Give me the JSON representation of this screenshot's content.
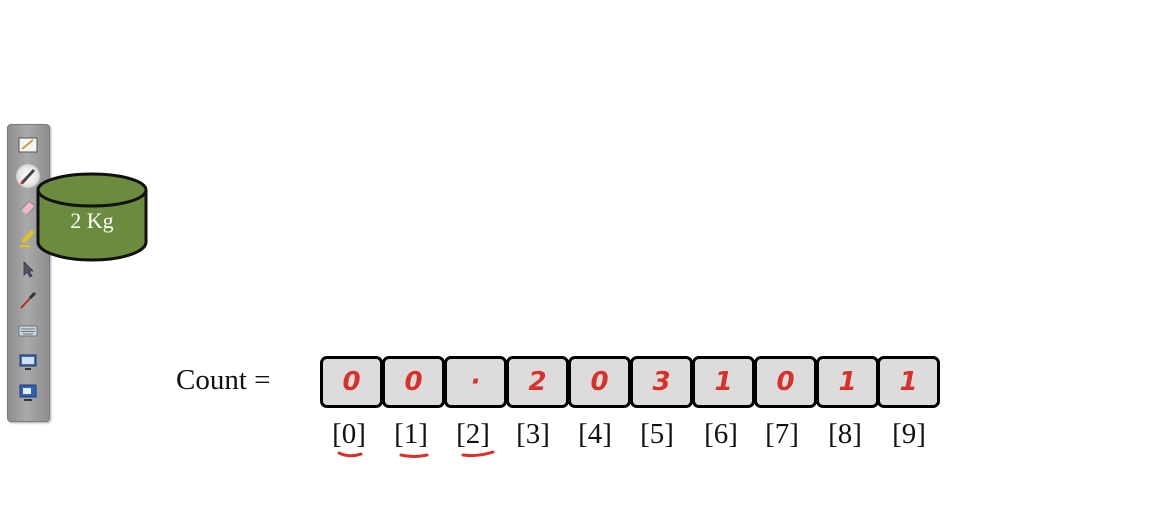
{
  "toolbar": {
    "tools": [
      {
        "name": "whiteboard-icon"
      },
      {
        "name": "pen-icon",
        "active": true
      },
      {
        "name": "eraser-icon"
      },
      {
        "name": "highlighter-icon"
      },
      {
        "name": "pointer-icon"
      },
      {
        "name": "line-pen-icon"
      },
      {
        "name": "keyboard-icon"
      },
      {
        "name": "screen-capture-icon"
      },
      {
        "name": "screen-share-icon"
      }
    ]
  },
  "cylinder": {
    "label": "2 Kg",
    "fill_color": "#6b8b3e"
  },
  "count": {
    "label": "Count =",
    "values": [
      "0",
      "0",
      "·",
      "2",
      "0",
      "3",
      "1",
      "0",
      "1",
      "1"
    ],
    "indices": [
      "[0]",
      "[1]",
      "[2]",
      "[3]",
      "[4]",
      "[5]",
      "[6]",
      "[7]",
      "[8]",
      "[9]"
    ],
    "underlined_indices": [
      0,
      1,
      2
    ],
    "ink_color": "#d9302a"
  }
}
